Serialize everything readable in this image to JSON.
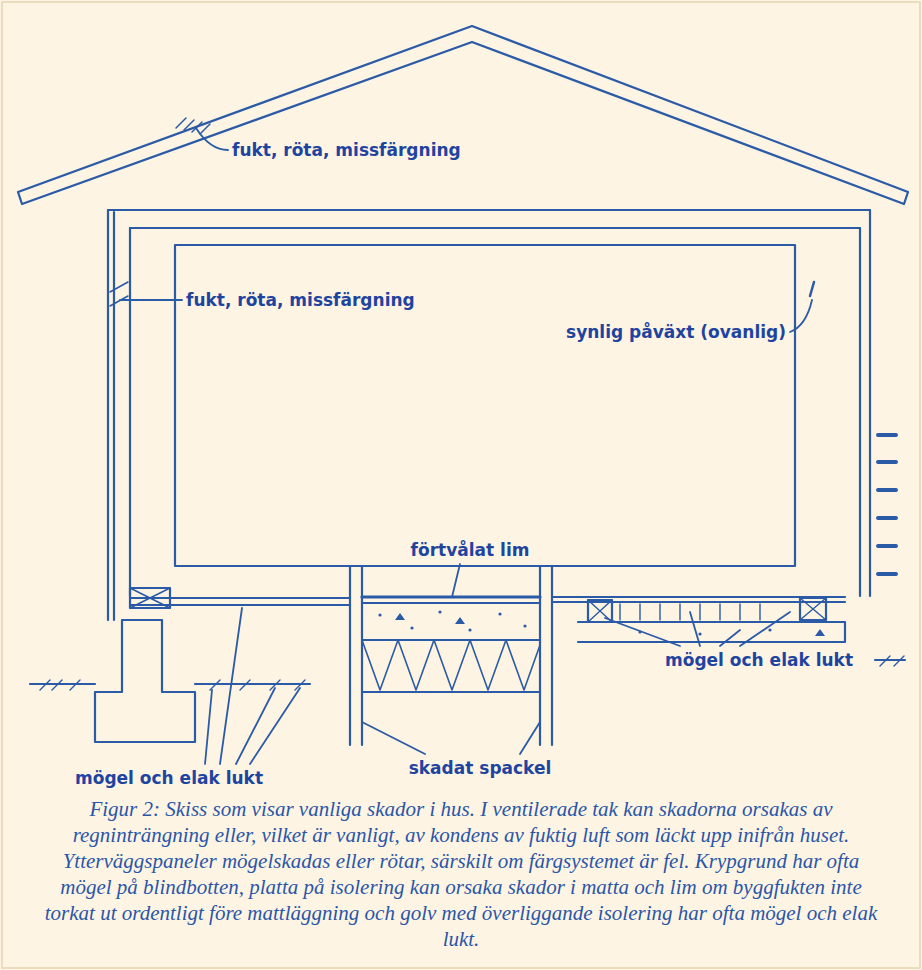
{
  "diagram": {
    "caption": "Figur 2: Skiss som visar vanliga skador i hus. I ventilerade tak kan skadorna orsakas av regninträngning eller, vilket är vanligt, av kondens av fuktig luft som läckt upp inifrån huset. Ytterväggspaneler mögelskadas eller rötar, särskilt om färgsystemet är fel. Krypgrund har ofta mögel på blindbotten, platta på isolering kan orsaka skador i matta och lim om byggfukten inte torkat ut ordentligt före mattläggning och golv med överliggande isolering har ofta mögel och elak lukt.",
    "labels": [
      "fukt, röta, missfärgning",
      "fukt, röta, missfärgning",
      "synlig påväxt (ovanlig)",
      "förtvålat lim",
      "skadat spackel",
      "mögel och elak lukt",
      "mögel och elak lukt"
    ]
  }
}
